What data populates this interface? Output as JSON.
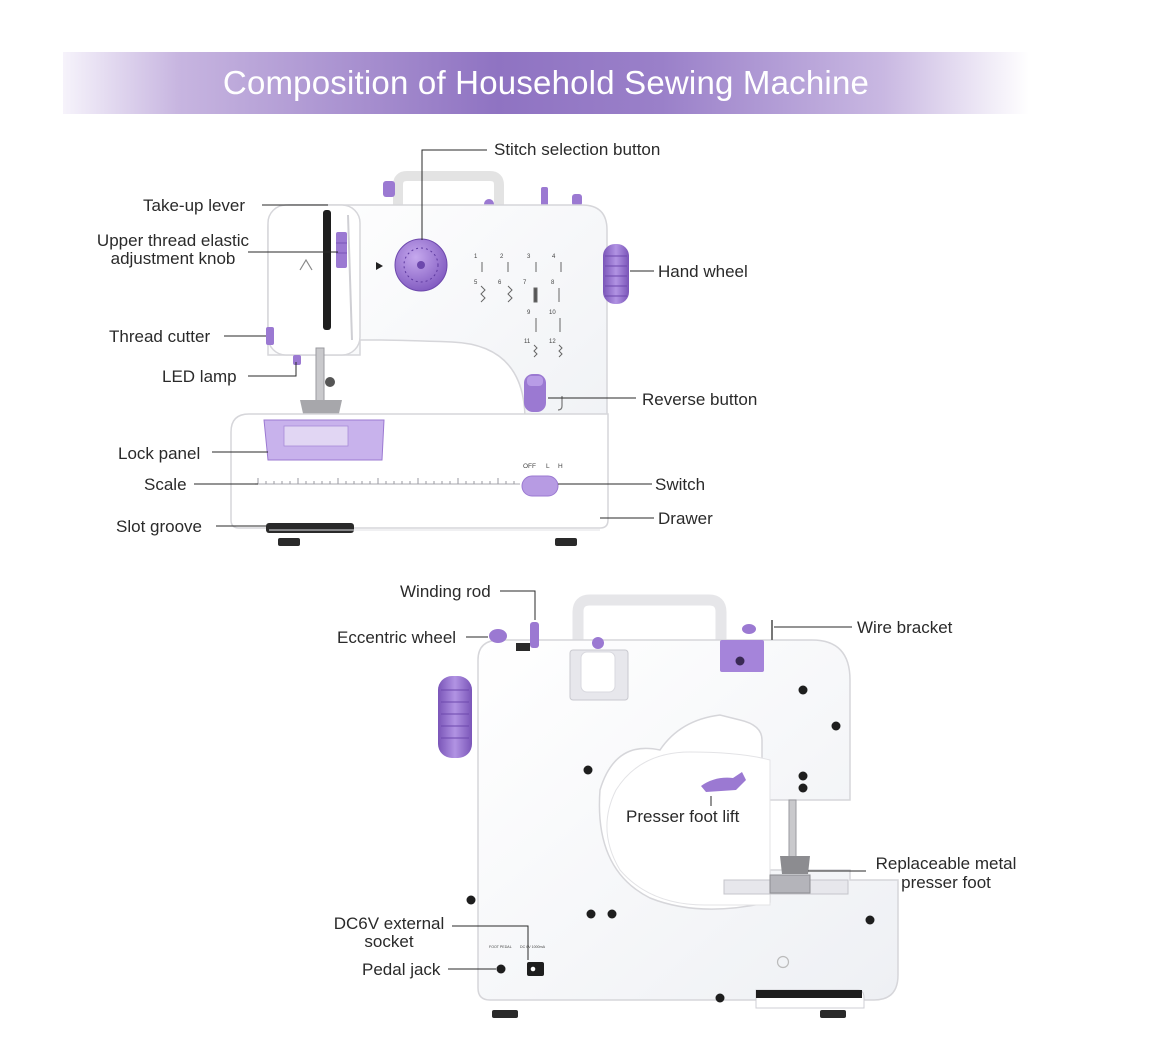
{
  "title": "Composition of Household Sewing Machine",
  "colors": {
    "accent_purple": "#9b79d2",
    "dark_purple": "#7a55b8",
    "body_white": "#ffffff",
    "outline_gray": "#d8d8d8",
    "banner_purple": "#8f73c2"
  },
  "front_view": {
    "labels": {
      "stitch_selection_button": "Stitch selection button",
      "take_up_lever": "Take-up lever",
      "upper_thread_knob_line1": "Upper thread elastic",
      "upper_thread_knob_line2": "adjustment knob",
      "hand_wheel": "Hand wheel",
      "thread_cutter": "Thread cutter",
      "led_lamp": "LED lamp",
      "reverse_button": "Reverse button",
      "lock_panel": "Lock panel",
      "scale": "Scale",
      "switch": "Switch",
      "drawer": "Drawer",
      "slot_groove": "Slot groove"
    },
    "switch_positions": [
      "OFF",
      "L",
      "H"
    ],
    "stitch_numbers": [
      "1",
      "2",
      "3",
      "4",
      "5",
      "6",
      "7",
      "8",
      "9",
      "10",
      "11",
      "12"
    ]
  },
  "back_view": {
    "labels": {
      "winding_rod": "Winding rod",
      "eccentric_wheel": "Eccentric wheel",
      "wire_bracket": "Wire bracket",
      "presser_foot_lift": "Presser foot lift",
      "replaceable_foot_line1": "Replaceable metal",
      "replaceable_foot_line2": "presser foot",
      "dc_socket_line1": "DC6V external",
      "dc_socket_line2": "socket",
      "pedal_jack": "Pedal jack"
    },
    "panel_text": {
      "foot_pedal": "FOOT PEDAL",
      "dc_rating": "DC 6V 1000mA"
    }
  }
}
